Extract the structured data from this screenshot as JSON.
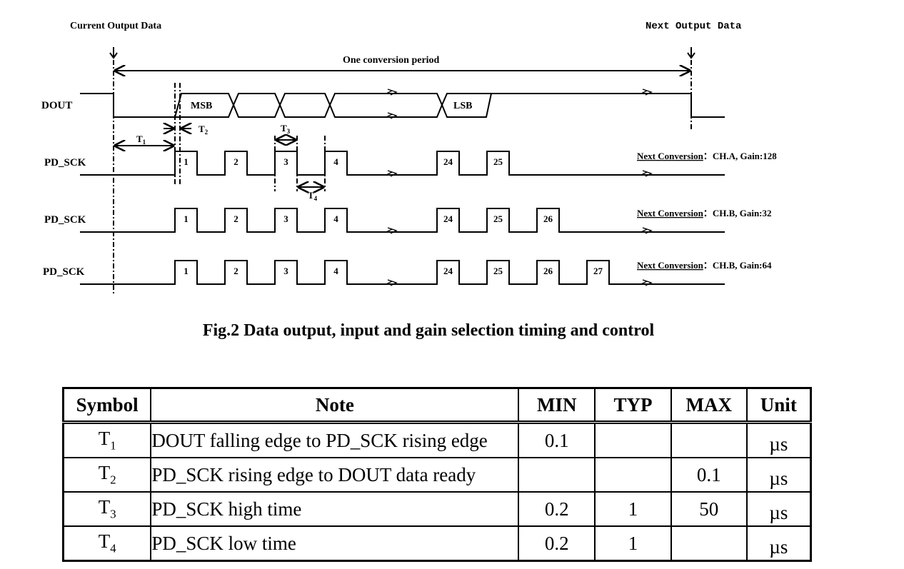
{
  "diagram": {
    "current_output_label": "Current Output Data",
    "next_output_label": "Next Output Data",
    "period_label": "One conversion period",
    "signals": {
      "dout": "DOUT",
      "pd_sck_1": "PD_SCK",
      "pd_sck_2": "PD_SCK",
      "pd_sck_3": "PD_SCK"
    },
    "dout_bits": {
      "msb": "MSB",
      "lsb": "LSB"
    },
    "timing_markers": {
      "t1": "T",
      "t1_sub": "1",
      "t2": "T",
      "t2_sub": "2",
      "t3": "T",
      "t3_sub": "3",
      "t4": "T",
      "t4_sub": "4"
    },
    "rows": [
      {
        "pulses": [
          "1",
          "2",
          "3",
          "4",
          "24",
          "25"
        ],
        "next_label": "Next Conversion",
        "sep": "：",
        "config": "CH.A, Gain:128"
      },
      {
        "pulses": [
          "1",
          "2",
          "3",
          "4",
          "24",
          "25",
          "26"
        ],
        "next_label": "Next Conversion",
        "sep": "：",
        "config": "CH.B, Gain:32"
      },
      {
        "pulses": [
          "1",
          "2",
          "3",
          "4",
          "24",
          "25",
          "26",
          "27"
        ],
        "next_label": "Next Conversion",
        "sep": "：",
        "config": "CH.B, Gain:64"
      }
    ]
  },
  "caption": "Fig.2 Data output, input and gain selection timing and control",
  "table": {
    "headers": [
      "Symbol",
      "Note",
      "MIN",
      "TYP",
      "MAX",
      "Unit"
    ],
    "rows": [
      {
        "symbol": "T",
        "sub": "1",
        "note": "DOUT falling edge to PD_SCK rising edge",
        "min": "0.1",
        "typ": "",
        "max": "",
        "unit": "µs"
      },
      {
        "symbol": "T",
        "sub": "2",
        "note": "PD_SCK rising edge to DOUT data ready",
        "min": "",
        "typ": "",
        "max": "0.1",
        "unit": "µs"
      },
      {
        "symbol": "T",
        "sub": "3",
        "note": "PD_SCK high time",
        "min": "0.2",
        "typ": "1",
        "max": "50",
        "unit": "µs"
      },
      {
        "symbol": "T",
        "sub": "4",
        "note": "PD_SCK low time",
        "min": "0.2",
        "typ": "1",
        "max": "",
        "unit": "µs"
      }
    ]
  }
}
